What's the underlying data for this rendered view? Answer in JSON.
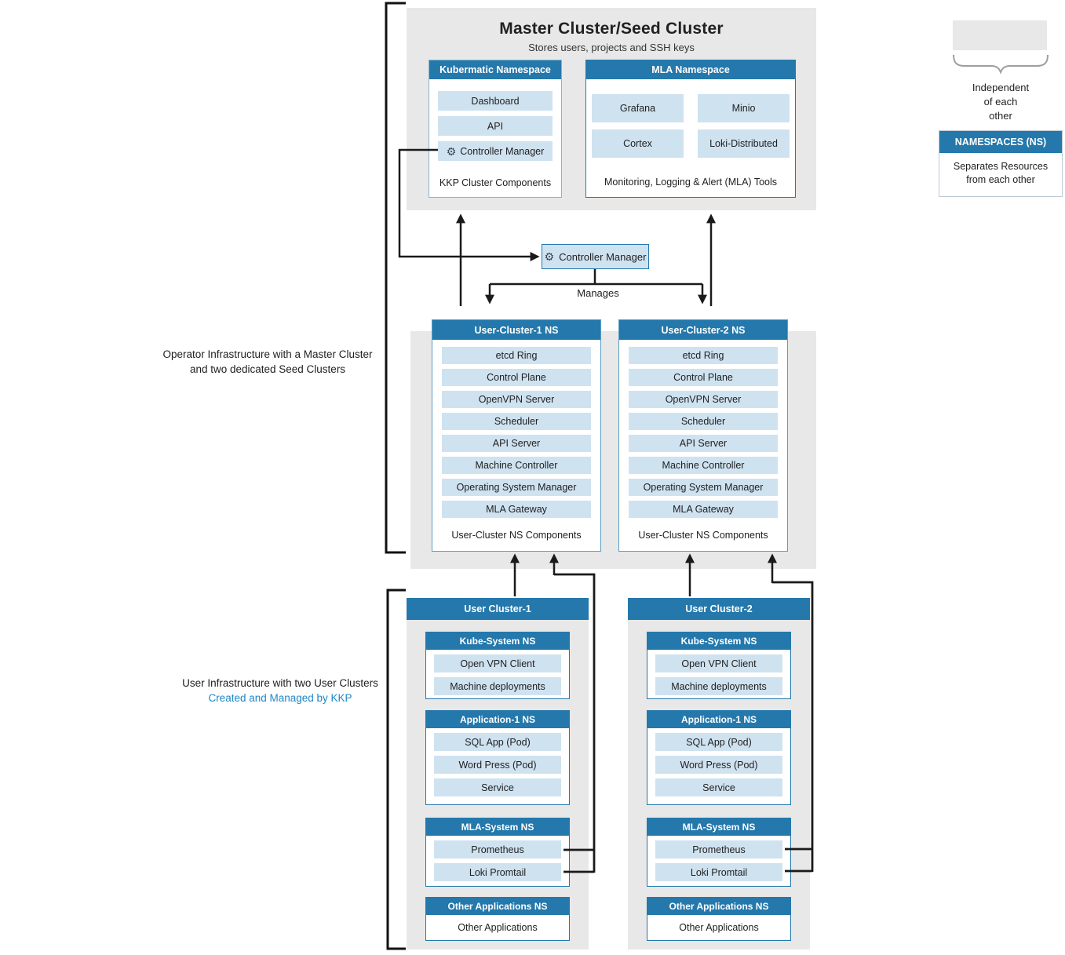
{
  "colors": {
    "header_blue": "#2478ab",
    "item_light_blue": "#cfe2f0",
    "region_gray": "#e8e8e8",
    "line_black": "#1a1a1a",
    "link_blue": "#1d87c8"
  },
  "master": {
    "title": "Master Cluster/Seed Cluster",
    "subtitle": "Stores users, projects and SSH keys",
    "kubermatic_ns": {
      "header": "Kubermatic Namespace",
      "items": [
        "Dashboard",
        "API",
        {
          "icon": "⚙",
          "icon_name": "gear-icon",
          "label": "Controller Manager"
        }
      ],
      "footer": "KKP Cluster Components"
    },
    "mla_ns": {
      "header": "MLA Namespace",
      "items": [
        "Grafana",
        "Minio",
        "Cortex",
        "Loki-Distributed"
      ],
      "footer": "Monitoring, Logging & Alert (MLA) Tools"
    }
  },
  "controller_manager": {
    "icon": "⚙",
    "label": "Controller Manager",
    "manages_label": "Manages"
  },
  "labels": {
    "operator_line1": "Operator Infrastructure with a Master Cluster",
    "operator_line2": "and two dedicated Seed Clusters",
    "user_line1": "User Infrastructure with two User Clusters",
    "user_line2": "Created and Managed by KKP"
  },
  "user_cluster_ns": {
    "boxes": [
      {
        "header": "User-Cluster-1 NS"
      },
      {
        "header": "User-Cluster-2 NS"
      }
    ],
    "components": [
      "etcd Ring",
      "Control Plane",
      "OpenVPN Server",
      "Scheduler",
      "API Server",
      "Machine Controller",
      "Operating System Manager",
      "MLA Gateway"
    ],
    "footer": "User-Cluster NS Components"
  },
  "user_clusters": [
    {
      "header": "User Cluster-1"
    },
    {
      "header": "User Cluster-2"
    }
  ],
  "user_cluster_sections": [
    {
      "header": "Kube-System NS",
      "items": [
        "Open VPN Client",
        "Machine deployments"
      ]
    },
    {
      "header": "Application-1 NS",
      "items": [
        "SQL App (Pod)",
        "Word Press (Pod)",
        "Service"
      ]
    },
    {
      "header": "MLA-System NS",
      "items": [
        "Prometheus",
        "Loki Promtail"
      ]
    },
    {
      "header": "Other Applications NS",
      "plain": "Other Applications"
    }
  ],
  "legend": {
    "independent_lines": [
      "Independent",
      "of each",
      "other"
    ],
    "namespaces_header": "NAMESPACES (NS)",
    "namespaces_body": [
      "Separates Resources",
      "from each other"
    ]
  }
}
